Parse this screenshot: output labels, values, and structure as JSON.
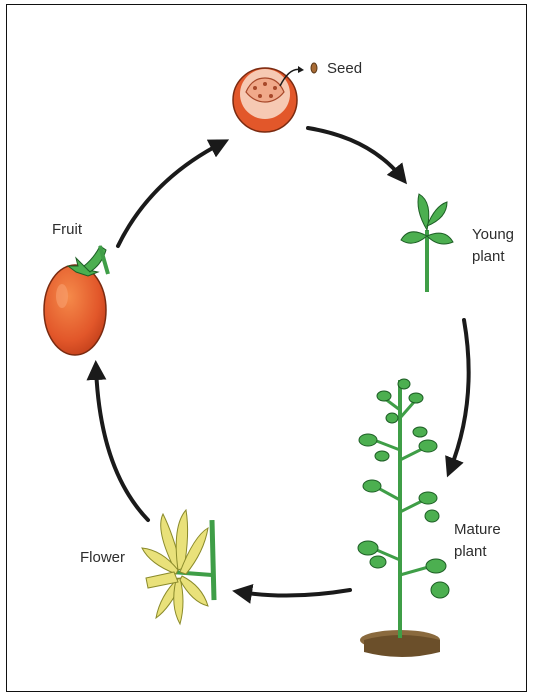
{
  "labels": {
    "seed": "Seed",
    "young_line1": "Young",
    "young_line2": "plant",
    "mature_line1": "Mature",
    "mature_line2": "plant",
    "flower": "Flower",
    "fruit": "Fruit"
  },
  "stages": [
    {
      "name": "Seed",
      "icon": "tomato-half-icon"
    },
    {
      "name": "Young plant",
      "icon": "seedling-icon"
    },
    {
      "name": "Mature plant",
      "icon": "mature-plant-icon"
    },
    {
      "name": "Flower",
      "icon": "flower-icon"
    },
    {
      "name": "Fruit",
      "icon": "tomato-icon"
    }
  ],
  "colors": {
    "arrow": "#1a1a1a",
    "tomato": "#e2572a",
    "tomato_flesh": "#f6c9b3",
    "leaf": "#3f9e47",
    "flower": "#e9e17a",
    "soil": "#8a6a3e",
    "outline": "#222222"
  }
}
